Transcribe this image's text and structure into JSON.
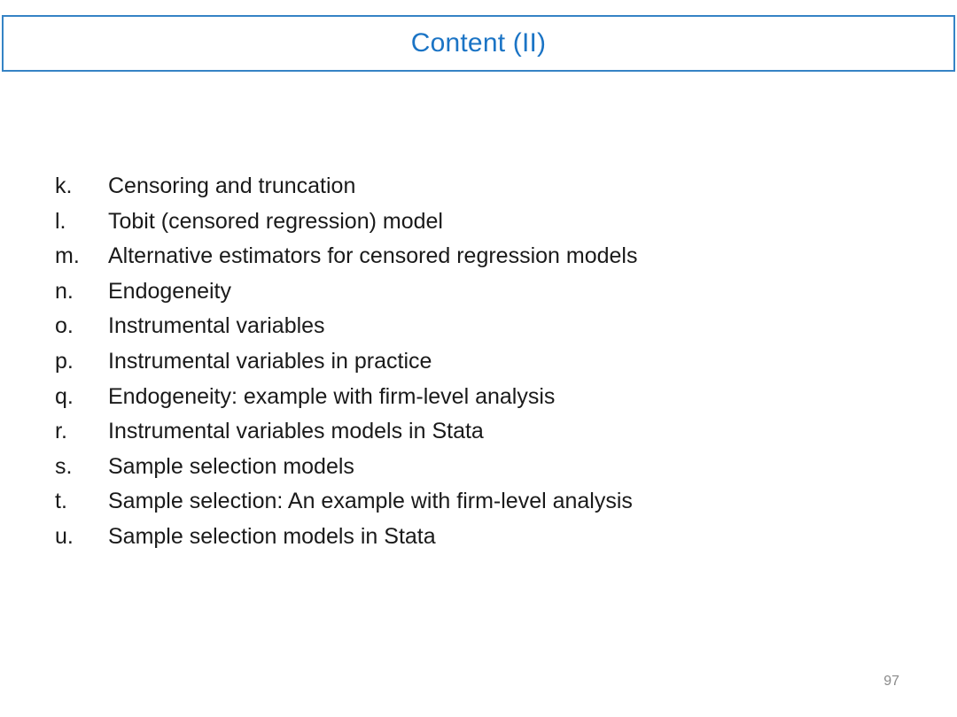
{
  "slide": {
    "title": "Content (II)",
    "page_number": "97",
    "colors": {
      "title_text": "#1B74C5",
      "title_border": "#3583C5",
      "body_text": "#1A1A1A",
      "page_number": "#8A8A8A"
    },
    "list": {
      "items": [
        {
          "marker": "k.",
          "text": "Censoring and truncation"
        },
        {
          "marker": "l.",
          "text": "Tobit (censored regression) model"
        },
        {
          "marker": "m.",
          "text": "Alternative estimators for censored regression models"
        },
        {
          "marker": "n.",
          "text": "Endogeneity"
        },
        {
          "marker": "o.",
          "text": "Instrumental variables"
        },
        {
          "marker": "p.",
          "text": "Instrumental variables in practice"
        },
        {
          "marker": "q.",
          "text": "Endogeneity: example with firm-level analysis"
        },
        {
          "marker": "r.",
          "text": "Instrumental variables models in Stata"
        },
        {
          "marker": "s.",
          "text": "Sample selection models"
        },
        {
          "marker": "t.",
          "text": "Sample selection: An example with firm-level analysis"
        },
        {
          "marker": "u.",
          "text": "Sample selection models in Stata"
        }
      ]
    }
  }
}
